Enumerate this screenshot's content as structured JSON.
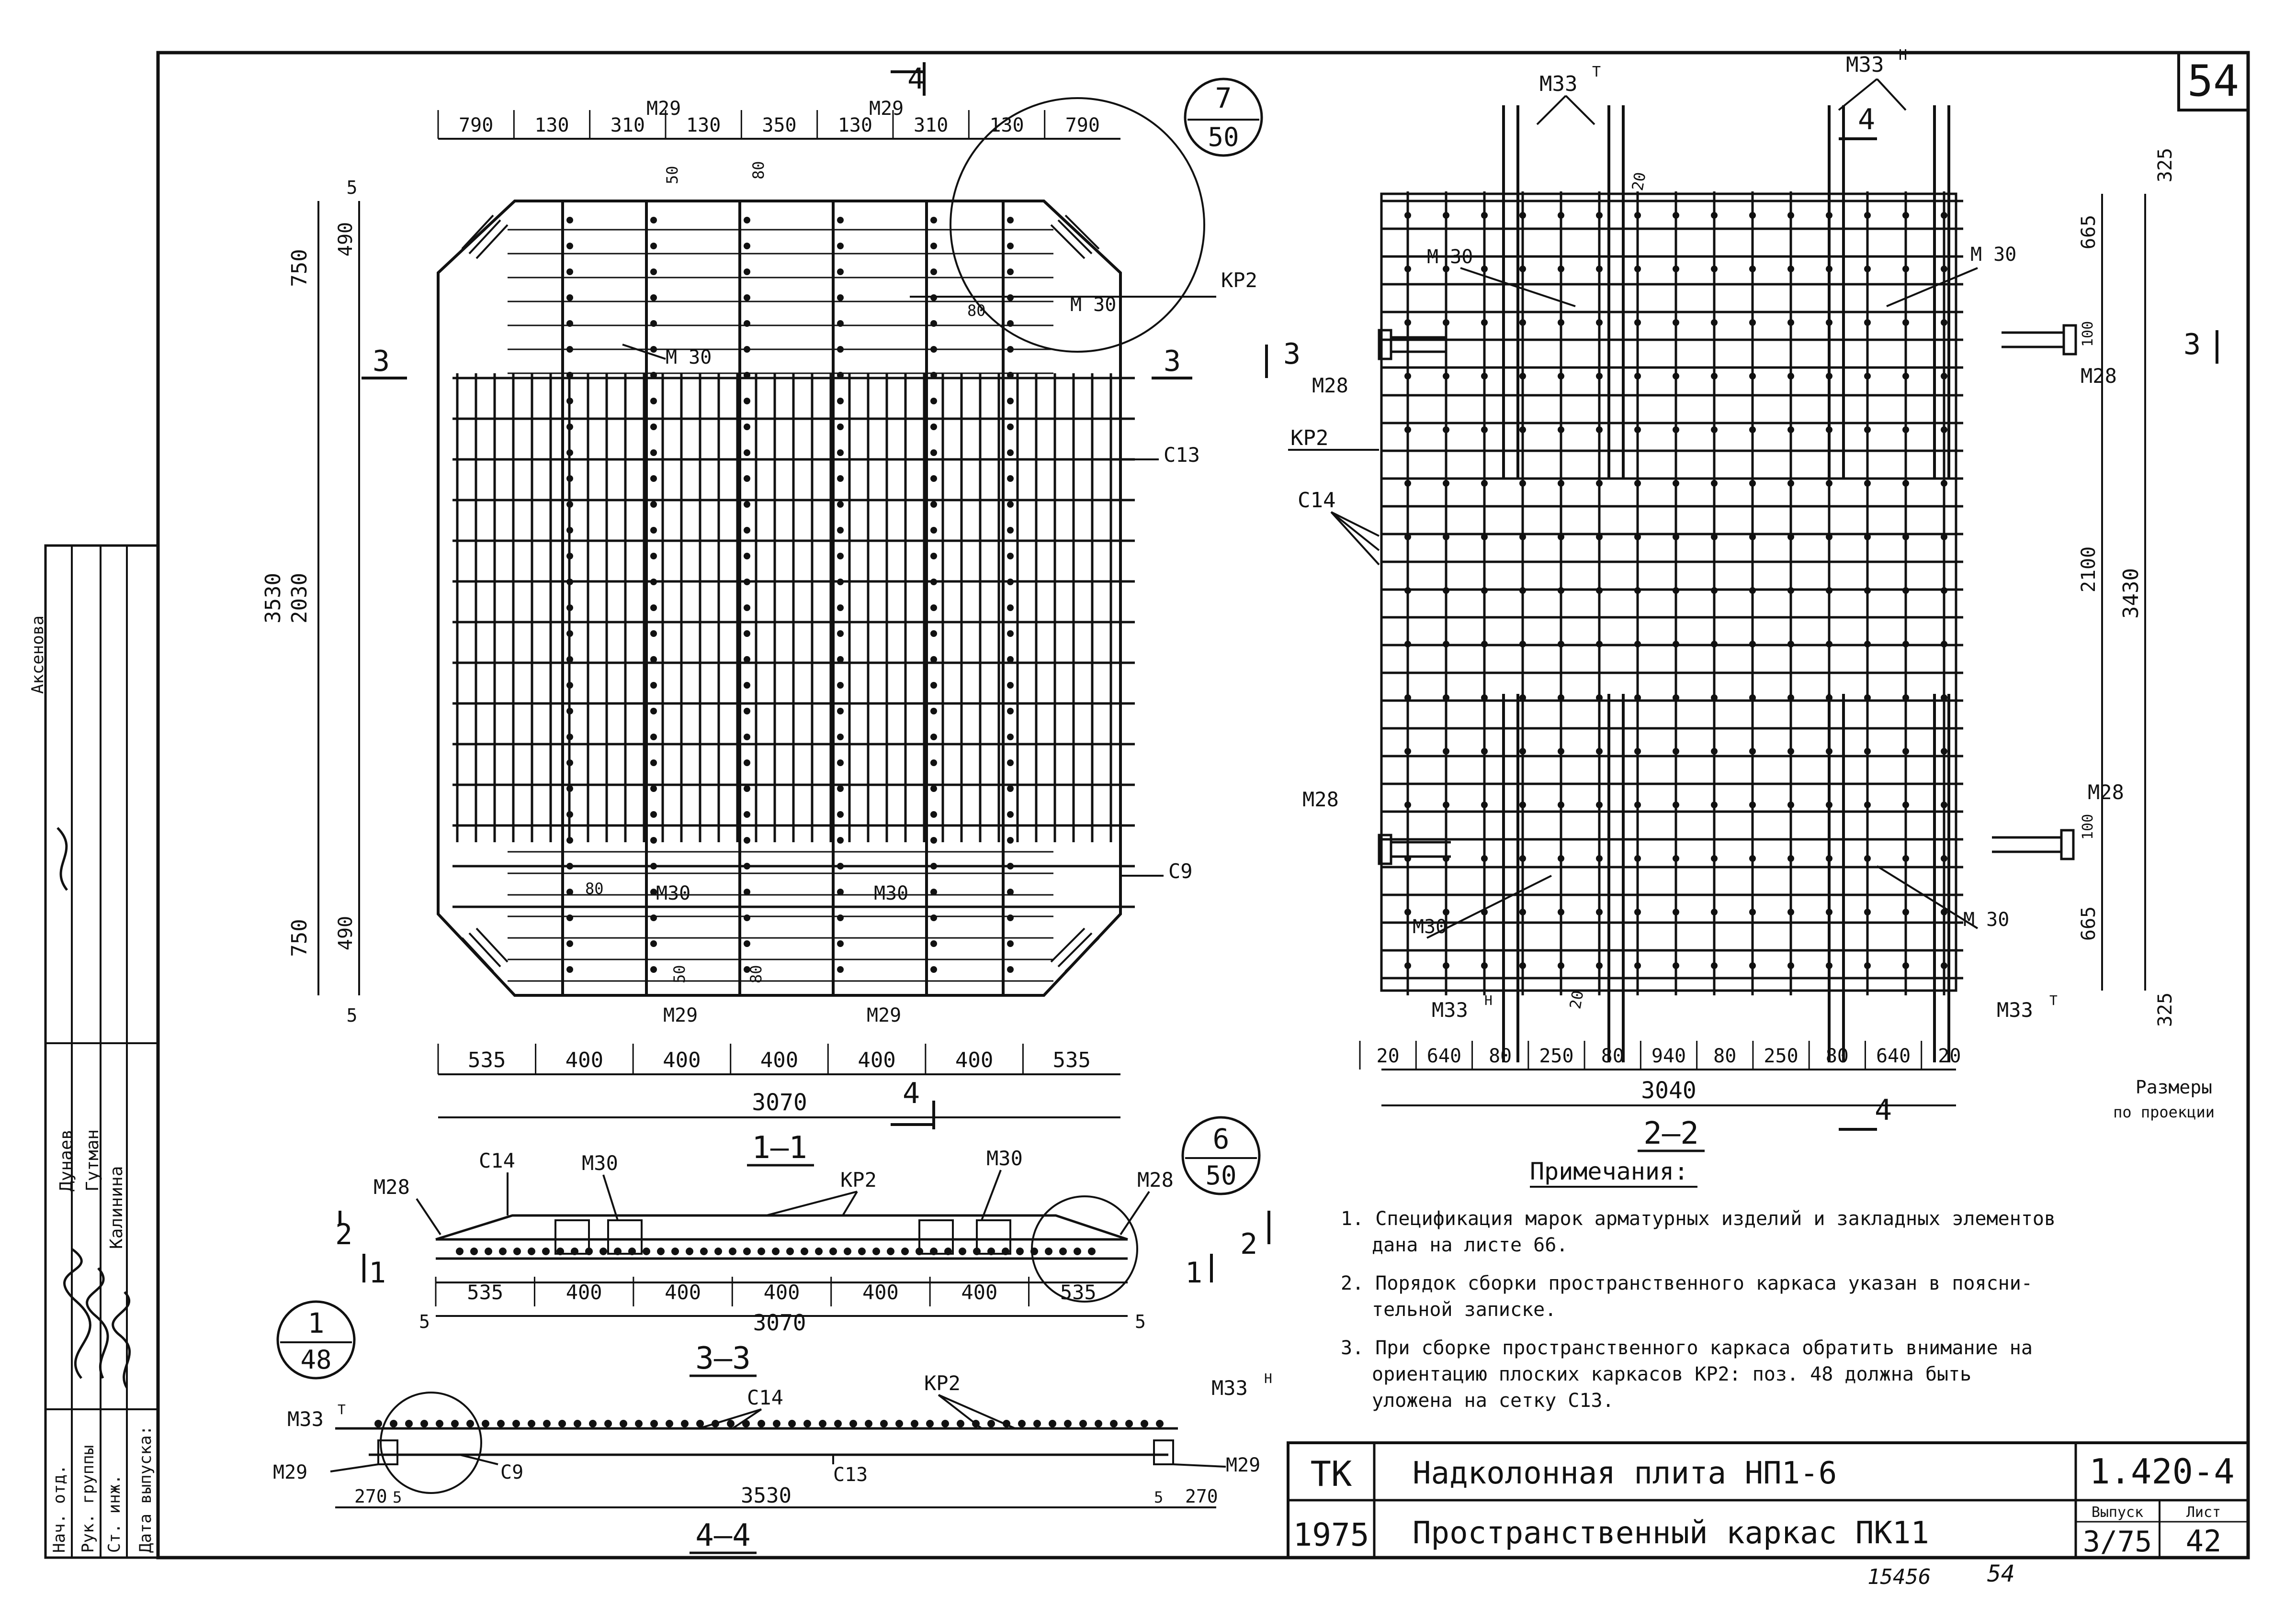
{
  "sheet_number": "54",
  "callouts": [
    {
      "num": "7",
      "den": "50"
    },
    {
      "num": "6",
      "den": "50"
    },
    {
      "num": "1",
      "den": "48"
    }
  ],
  "plan1": {
    "caption": "1—1",
    "top_dims": [
      "790",
      "130",
      "310",
      "130",
      "350",
      "130",
      "310",
      "130",
      "790"
    ],
    "bottom_dims": [
      "535",
      "400",
      "400",
      "400",
      "400",
      "400",
      "535"
    ],
    "total_width": "3070",
    "left_dims_outer": [
      "750",
      "3530",
      "2030",
      "750"
    ],
    "left_dims_inner": [
      "5",
      "490",
      "490",
      "5"
    ],
    "labels": {
      "m29": "M29",
      "m30": "M 30",
      "m30b": "M30",
      "kp2": "KP2",
      "c13": "C13",
      "c9": "C9",
      "d50": "50",
      "d80": "80"
    },
    "section_marks": {
      "cut4": "4",
      "cut3": "3"
    }
  },
  "plan2": {
    "caption": "2—2",
    "bottom_dims": [
      "20",
      "640",
      "80",
      "250",
      "80",
      "940",
      "80",
      "250",
      "80",
      "640",
      "20"
    ],
    "total_width": "3040",
    "right_dims_outer": [
      "325",
      "3430",
      "325"
    ],
    "right_dims_inner": [
      "665",
      "2100",
      "665"
    ],
    "small_dims": [
      "100",
      "100",
      "20",
      "20"
    ],
    "labels": {
      "m33t": "M33",
      "m33n": "M33",
      "sup_t": "T",
      "sup_n": "H",
      "m30": "M 30",
      "m30b": "M30",
      "m28": "M28",
      "kp2": "KP2",
      "c14": "C14"
    },
    "section_marks": {
      "cut4": "4",
      "cut3": "3"
    },
    "note_sizes": [
      "Размеры",
      "по проекции"
    ]
  },
  "section3": {
    "caption": "3—3",
    "dims": [
      "535",
      "400",
      "400",
      "400",
      "400",
      "400",
      "535"
    ],
    "total": "3070",
    "edge_dims": [
      "5",
      "5"
    ],
    "labels": {
      "c14": "C14",
      "m30": "M30",
      "kp2": "KP2",
      "m28": "M28"
    },
    "marks": [
      "2",
      "1",
      "1",
      "2"
    ]
  },
  "section4": {
    "caption": "4—4",
    "dims": [
      "270",
      "5",
      "3530",
      "5",
      "270"
    ],
    "labels": {
      "m33t": "M33",
      "m33n": "M33",
      "sup_t": "T",
      "sup_n": "H",
      "c14": "C14",
      "kp2": "KP2",
      "c9": "C9",
      "c13": "C13",
      "m29": "M29"
    }
  },
  "notes": {
    "title": "Примечания:",
    "items": [
      "1. Спецификация марок арматурных изделий и закладных элементов",
      "дана на листе 66.",
      "2. Порядок сборки пространственного каркаса указан в поясни-",
      "тельной записке.",
      "3. При сборке пространственного каркаса обратить внимание на",
      "ориентацию плоских каркасов КР2: поз. 48 должна быть",
      "уложена на сетку С13."
    ]
  },
  "title_block": {
    "org": "ТК",
    "year": "1975",
    "title1": "Надколонная плита НП1-6",
    "title2": "Пространственный каркас ПК11",
    "code": "1.420-4",
    "issue_label": "Выпуск",
    "issue": "3/75",
    "sheet_label": "Лист",
    "sheet": "42"
  },
  "stamp": {
    "rows": [
      "Нач. отд.",
      "Рук. группы",
      "Ст. инж.",
      "Дата выпуска:"
    ],
    "names": [
      "Дунаев",
      "Гутман",
      "Калинина"
    ],
    "top_name": "Аксенова"
  },
  "footer": {
    "inv": "15456",
    "page": "54"
  }
}
